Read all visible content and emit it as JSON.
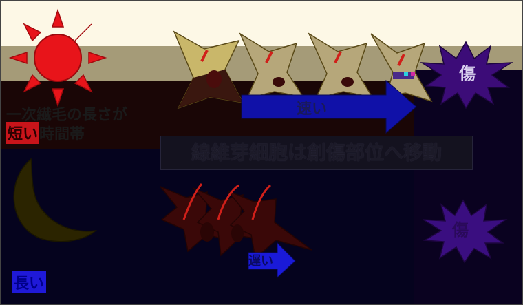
{
  "texts": {
    "cilia_length_line1": "一次繊毛の長さが",
    "short_badge": "短い",
    "time_zone": "時間帯",
    "long_badge": "長い",
    "banner": "線維芽細胞は創傷部位へ移動",
    "fast": "速い",
    "slow": "遅い",
    "wound": "傷"
  },
  "colors": {
    "sun": "#e8141a",
    "moon": "#2b2400",
    "fast_arrow": "#1011a8",
    "slow_arrow": "#1a1ad8",
    "wound_top": "#3c0c78",
    "wound_bottom": "#3a0e80",
    "cell_day": "#c9b76a",
    "cell_night": "#3a0808",
    "cilium": "#d0201a"
  },
  "icons": {
    "sun": "sun-icon",
    "moon": "crescent-moon-icon",
    "wound": "starburst-icon"
  }
}
